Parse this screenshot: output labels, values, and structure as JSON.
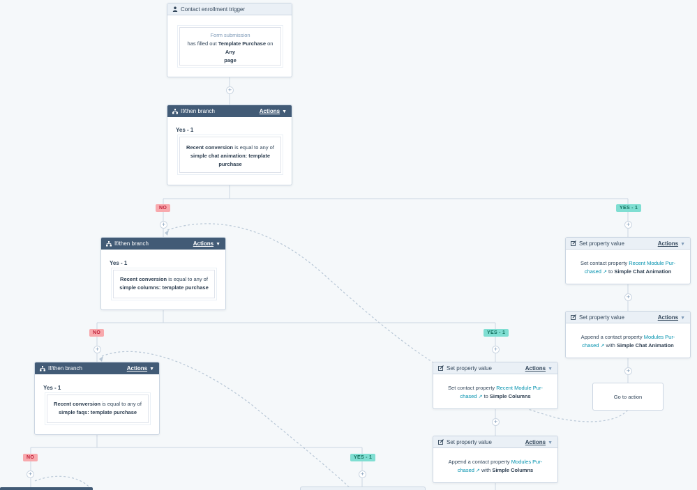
{
  "trigger": {
    "header": "Contact enrollment trigger",
    "line1": "Form submission",
    "line2_prefix": "has filled out",
    "line2_form": "Template Purchase",
    "line2_on": "on",
    "line2_page": "Any",
    "line3": "page"
  },
  "branch1": {
    "header": "If/then branch",
    "actions": "Actions",
    "yes_label": "Yes - 1",
    "cond_prop": "Recent conversion",
    "cond_op": "is equal to any of",
    "cond_val1": "simple chat animation: template",
    "cond_val2": "purchase"
  },
  "branch2": {
    "header": "If/then branch",
    "actions": "Actions",
    "yes_label": "Yes - 1",
    "cond_prop": "Recent conversion",
    "cond_op": "is equal to any of",
    "cond_val": "simple columns: template purchase"
  },
  "branch3": {
    "header": "If/then branch",
    "actions": "Actions",
    "yes_label": "Yes - 1",
    "cond_prop": "Recent conversion",
    "cond_op": "is equal to any of",
    "cond_val": "simple faqs: template purchase"
  },
  "tags": {
    "no": "NO",
    "yes": "YES - 1"
  },
  "setprop_r1": {
    "header": "Set property value",
    "actions": "Actions",
    "prefix": "Set contact property",
    "prop_a": "Recent Module Pur-",
    "prop_b": "chased",
    "to": "to",
    "value": "Simple Chat Animation"
  },
  "setprop_r2": {
    "header": "Set property value",
    "actions": "Actions",
    "prefix": "Append a contact property",
    "prop_a": "Modules Pur-",
    "prop_b": "chased",
    "with": "with",
    "value": "Simple Chat Animation"
  },
  "goto_action": "Go to action",
  "setprop_m1": {
    "header": "Set property value",
    "actions": "Actions",
    "prefix": "Set contact property",
    "prop_a": "Recent Module Pur-",
    "prop_b": "chased",
    "to": "to",
    "value": "Simple Columns"
  },
  "setprop_m2": {
    "header": "Set property value",
    "actions": "Actions",
    "prefix": "Append a contact property",
    "prop_a": "Modules Pur-",
    "prop_b": "chased",
    "with": "with",
    "value": "Simple Columns"
  },
  "plus": "+",
  "colors": {
    "background": "#f5f8fa",
    "dark_header": "#425b76",
    "light_header": "#eaf0f6",
    "no_tag": "#f8a9ad",
    "yes_tag": "#7fded2",
    "link": "#0091ae"
  }
}
